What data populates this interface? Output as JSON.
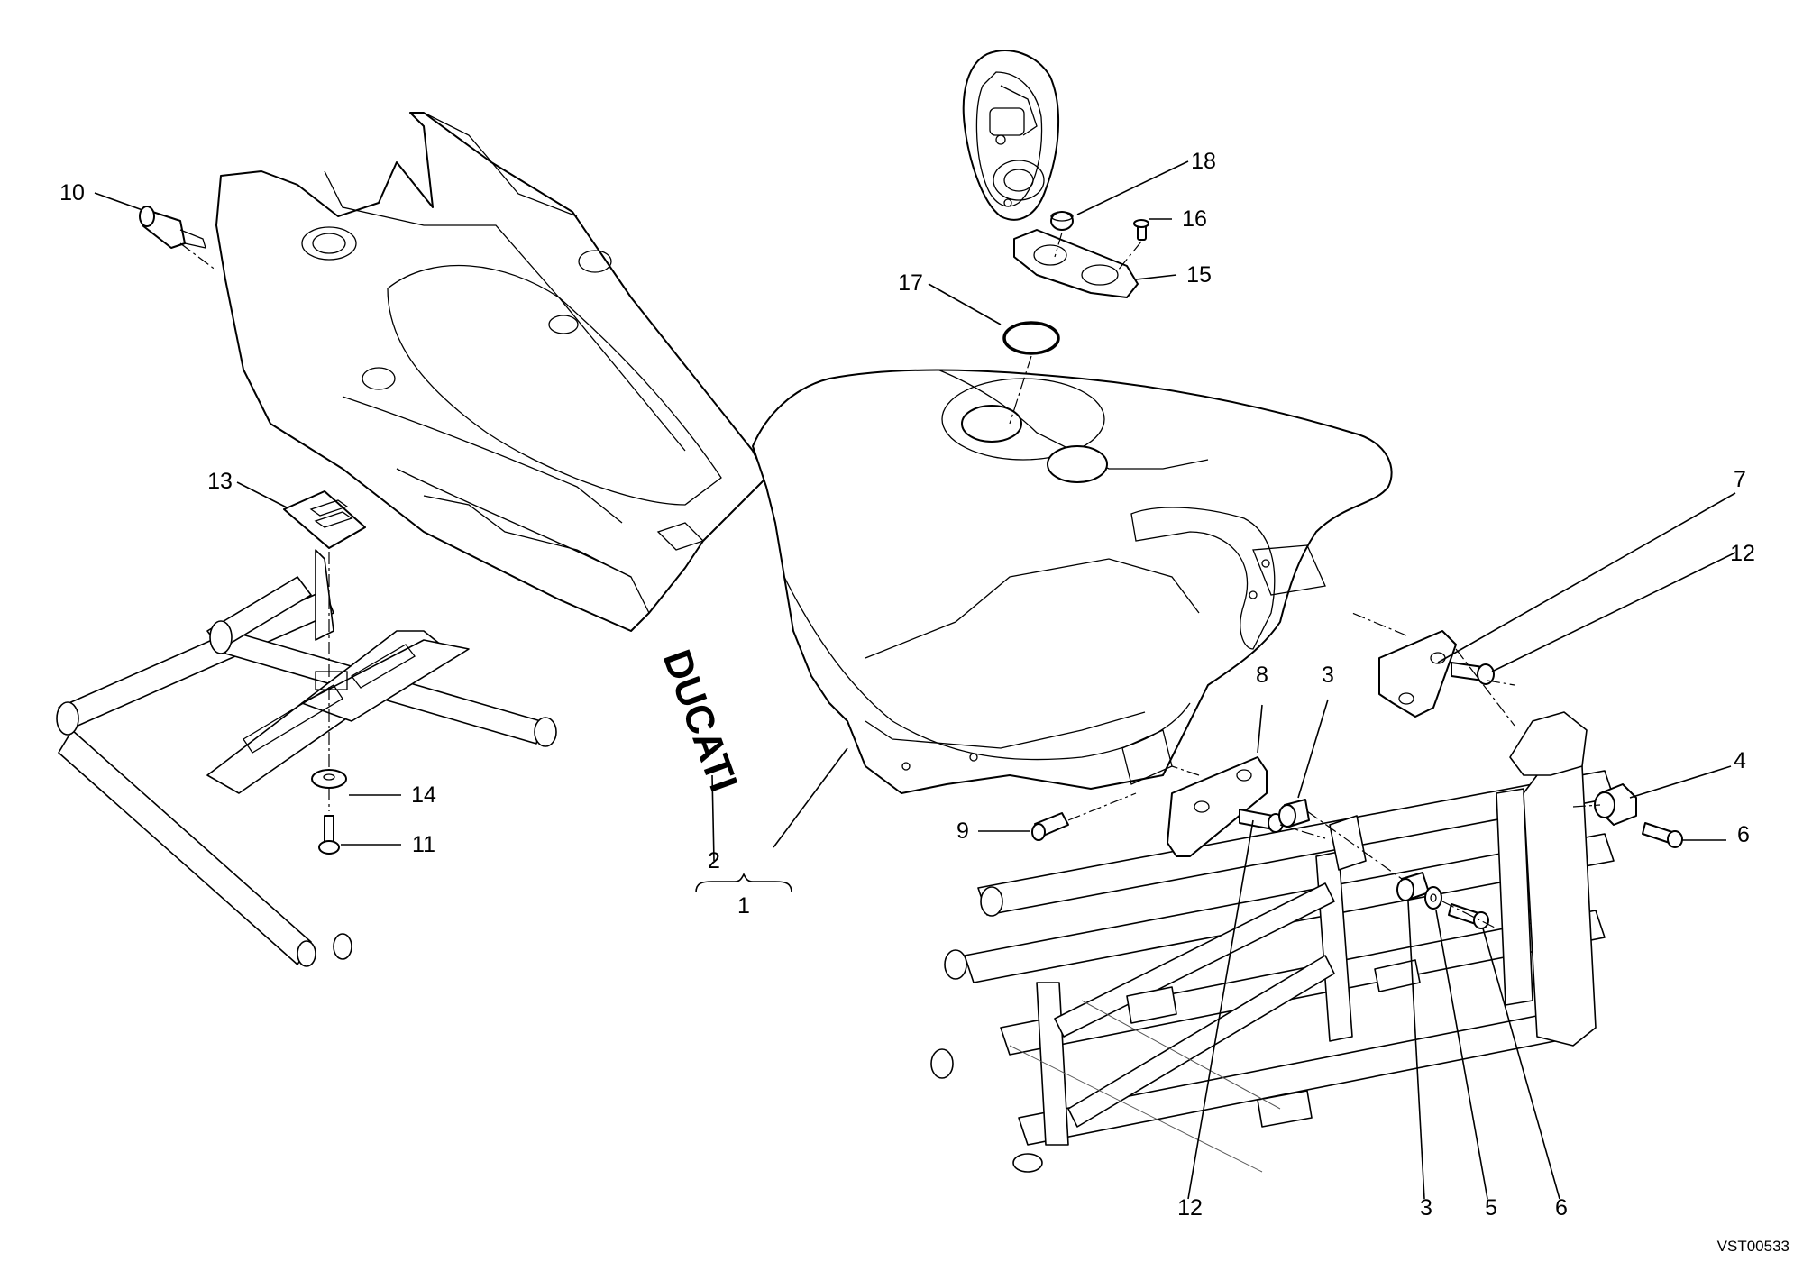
{
  "callouts": {
    "c1": "1",
    "c2": "2",
    "c3a": "3",
    "c3b": "3",
    "c4": "4",
    "c5": "5",
    "c6a": "6",
    "c6b": "6",
    "c7": "7",
    "c8": "8",
    "c9": "9",
    "c10": "10",
    "c11": "11",
    "c12a": "12",
    "c12b": "12",
    "c13": "13",
    "c14": "14",
    "c15": "15",
    "c16": "16",
    "c17": "17",
    "c18": "18"
  },
  "decal_text": "DUCATI",
  "drawing_ref": "VST00533"
}
